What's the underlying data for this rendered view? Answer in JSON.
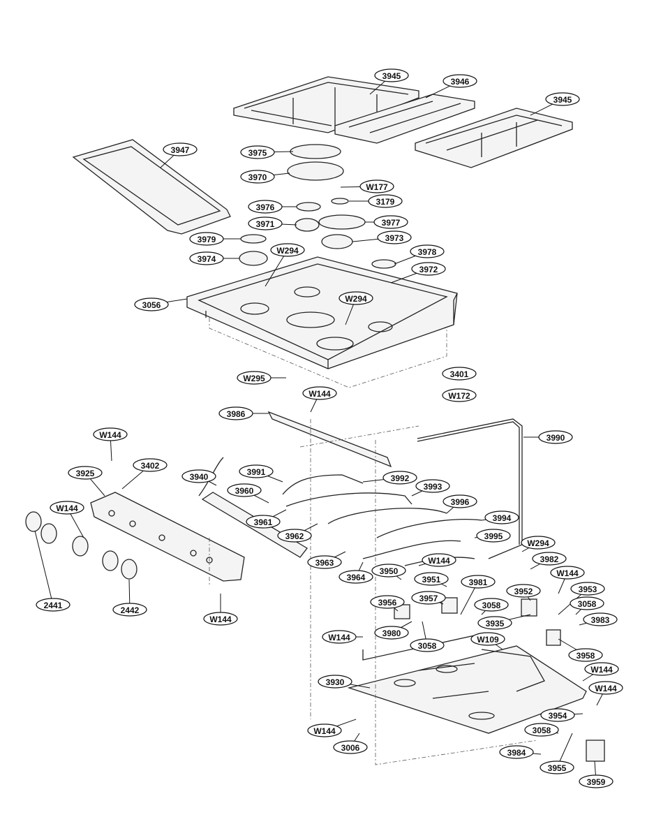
{
  "diagram": {
    "type": "exploded parts diagram",
    "callouts": [
      "3945",
      "3946",
      "3945",
      "3947",
      "3975",
      "3970",
      "W177",
      "3976",
      "3179",
      "3971",
      "3977",
      "3979",
      "3973",
      "W294",
      "3978",
      "3974",
      "3972",
      "W294",
      "3056",
      "3401",
      "W295",
      "W172",
      "W144",
      "3986",
      "3990",
      "W144",
      "3402",
      "3925",
      "3940",
      "3991",
      "3992",
      "3960",
      "3993",
      "3996",
      "W144",
      "3961",
      "3994",
      "3962",
      "3995",
      "W294",
      "3963",
      "3982",
      "W144",
      "3964",
      "3950",
      "3951",
      "3981",
      "W144",
      "3952",
      "3953",
      "2441",
      "2442",
      "3956",
      "3957",
      "3058",
      "3058",
      "W144",
      "3935",
      "3983",
      "W144",
      "3980",
      "3058",
      "W109",
      "3958",
      "W144",
      "3930",
      "W144",
      "3954",
      "W144",
      "3058",
      "3006",
      "3984",
      "3955",
      "3959"
    ]
  }
}
